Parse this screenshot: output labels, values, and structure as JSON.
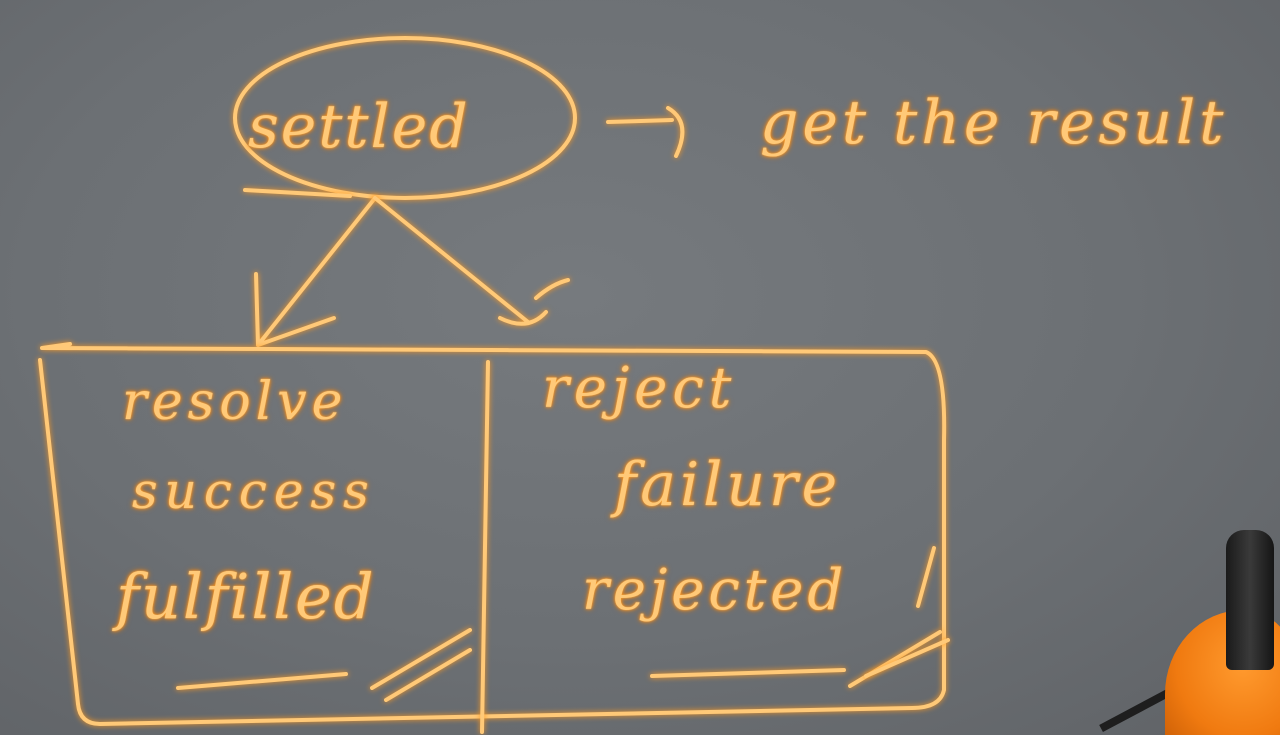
{
  "board": {
    "words": {
      "settled": "settled",
      "get_result": "get the result",
      "resolve": "resolve",
      "success": "success",
      "fulfilled": "fulfilled",
      "reject": "reject",
      "failure": "failure",
      "rejected": "rejected"
    }
  },
  "colors": {
    "ink": "#ffc978",
    "board": "#6c7074"
  }
}
